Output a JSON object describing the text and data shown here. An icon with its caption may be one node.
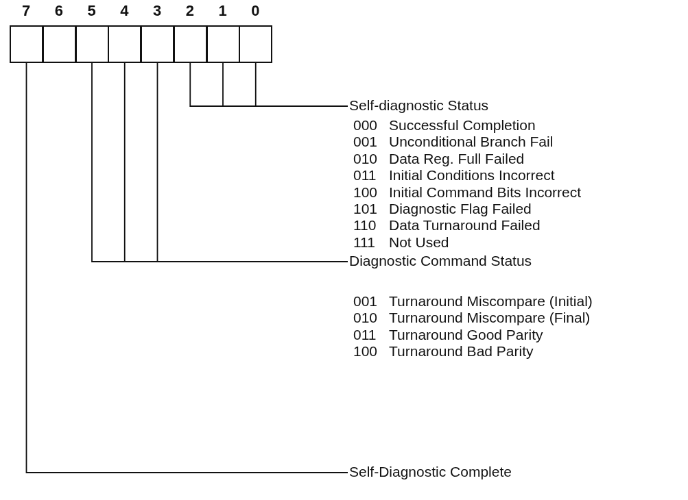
{
  "diagram": {
    "nodes": [
      {
        "text": [
          "7"
        ]
      },
      {
        "text": [
          "6"
        ]
      },
      {
        "text": [
          "5"
        ]
      },
      {
        "text": [
          "4"
        ]
      },
      {
        "text": [
          "3"
        ]
      },
      {
        "text": [
          "2"
        ]
      },
      {
        "text": [
          "1"
        ]
      },
      {
        "text": [
          "0"
        ]
      },
      {
        "text": [
          "Self-diagnostic Status"
        ]
      },
      {
        "text": [
          "Diagnostic Command Status"
        ]
      },
      {
        "text": [
          "Self-Diagnostic Complete"
        ]
      }
    ],
    "edges": [
      {
        "from": 5,
        "to": 8,
        "arrow": "none"
      },
      {
        "from": 6,
        "to": 8,
        "arrow": "none"
      },
      {
        "from": 7,
        "to": 8,
        "arrow": "none"
      },
      {
        "from": 2,
        "to": 9,
        "arrow": "none"
      },
      {
        "from": 3,
        "to": 9,
        "arrow": "none"
      },
      {
        "from": 4,
        "to": 9,
        "arrow": "none"
      },
      {
        "from": 0,
        "to": 10,
        "arrow": "none"
      }
    ],
    "labels": [
      "000",
      "Successful Completion",
      "001",
      "Unconditional Branch Fail",
      "010",
      "Data Reg. Full Failed",
      "011",
      "Initial Conditions Incorrect",
      "100",
      "Initial Command Bits Incorrect",
      "101",
      "Diagnostic Flag Failed",
      "110",
      "Data Turnaround Failed",
      "111",
      "Not Used",
      "001",
      "Turnaround Miscompare (Initial)",
      "010",
      "Turnaround Miscompare (Final)",
      "011",
      "Turnaround Good Parity",
      "100",
      "Turnaround Bad Parity"
    ]
  }
}
